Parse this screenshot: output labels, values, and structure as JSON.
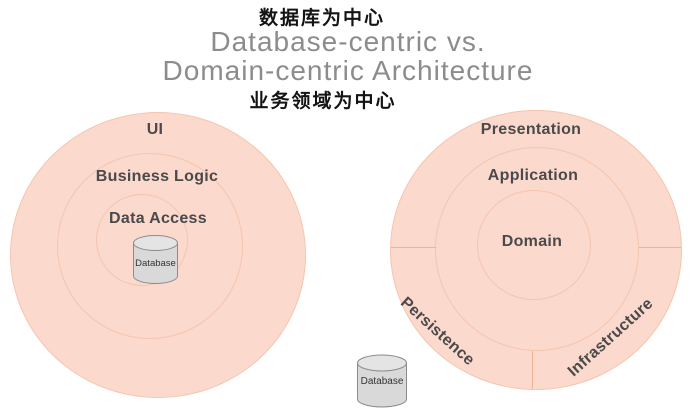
{
  "header": {
    "annotation_top": "数据库为中心",
    "title_line1": "Database-centric vs.",
    "title_line2": "Domain-centric Architecture",
    "annotation_bottom": "业务领域为中心"
  },
  "left_diagram": {
    "name": "Database-centric architecture",
    "rings": [
      "UI",
      "Business Logic",
      "Data Access"
    ],
    "database_label": "Database"
  },
  "right_diagram": {
    "name": "Domain-centric architecture",
    "rings": [
      "Presentation",
      "Application",
      "Domain"
    ],
    "segments": [
      "Persistence",
      "Infrastructure"
    ],
    "database_label": "Database"
  },
  "colors": {
    "ring_fill": "#fbd9cd",
    "ring_stroke": "#f6c5ae",
    "divider": "#efb296",
    "ring_label_text": "#4a4a4a",
    "title_text": "#8c8c8c",
    "annotation_text": "#141414",
    "cylinder_fill": "#d9d9d9",
    "cylinder_top_fill": "#e4e4e4",
    "cylinder_stroke": "#8c8c8c",
    "background": "#ffffff"
  }
}
